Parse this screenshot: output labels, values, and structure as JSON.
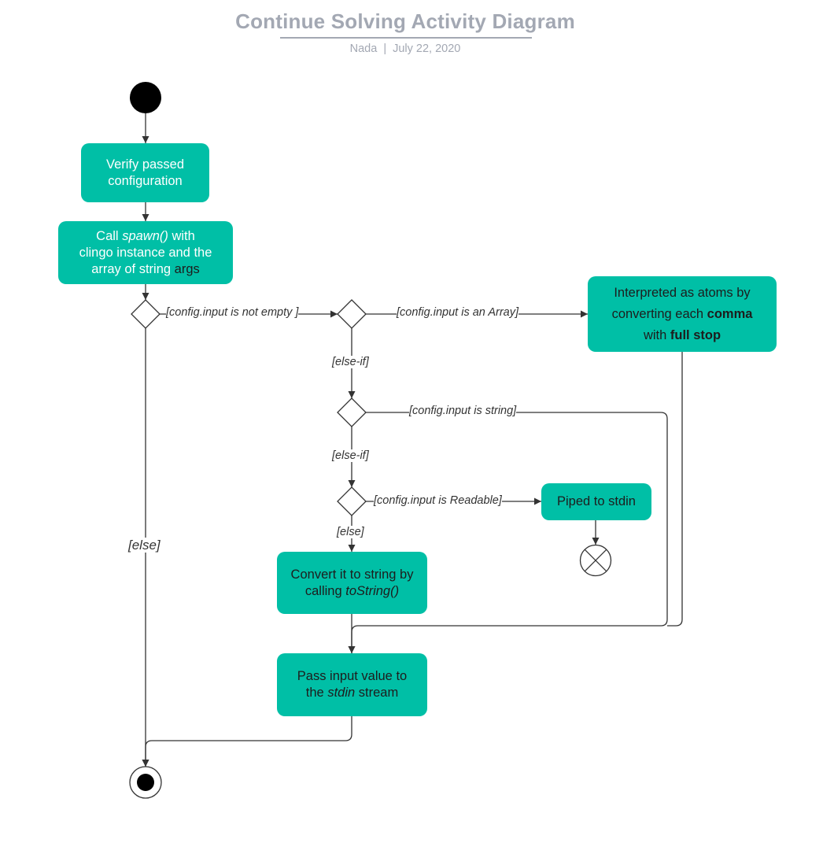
{
  "header": {
    "title": "Continue Solving Activity Diagram",
    "author": "Nada",
    "separator": "|",
    "date": "July 22, 2020"
  },
  "nodes": {
    "verify": {
      "line1": "Verify passed",
      "line2": "configuration"
    },
    "spawn": {
      "pre": "Call ",
      "func": "spawn()",
      "post": " with",
      "line2": "clingo instance and the",
      "line3_pre": "array of string ",
      "line3_args": "args"
    },
    "atoms": {
      "line1": "Interpreted as atoms by",
      "line2_pre": "converting each ",
      "line2_bold": "comma",
      "line3_pre": "with ",
      "line3_bold": "full stop"
    },
    "piped": {
      "text": "Piped to stdin"
    },
    "convert": {
      "line1": "Convert it to string by",
      "line2_pre": "calling ",
      "line2_func": "toString()"
    },
    "pass": {
      "line1": "Pass input value to",
      "line2_pre": "the ",
      "line2_italic": "stdin",
      "line2_post": " stream"
    }
  },
  "guards": {
    "not_empty": "[config.input is not empty ]",
    "is_array": "[config.input is an Array]",
    "else_if_1": "[else-if]",
    "is_string": "[config.input is string]",
    "else_if_2": "[else-if]",
    "is_readable": "[config.input is Readable]",
    "else_inner": "[else]",
    "else_outer": "[else]"
  },
  "colors": {
    "node_fill": "#00bfa6",
    "line": "#333333",
    "title": "#a3a8b3"
  }
}
